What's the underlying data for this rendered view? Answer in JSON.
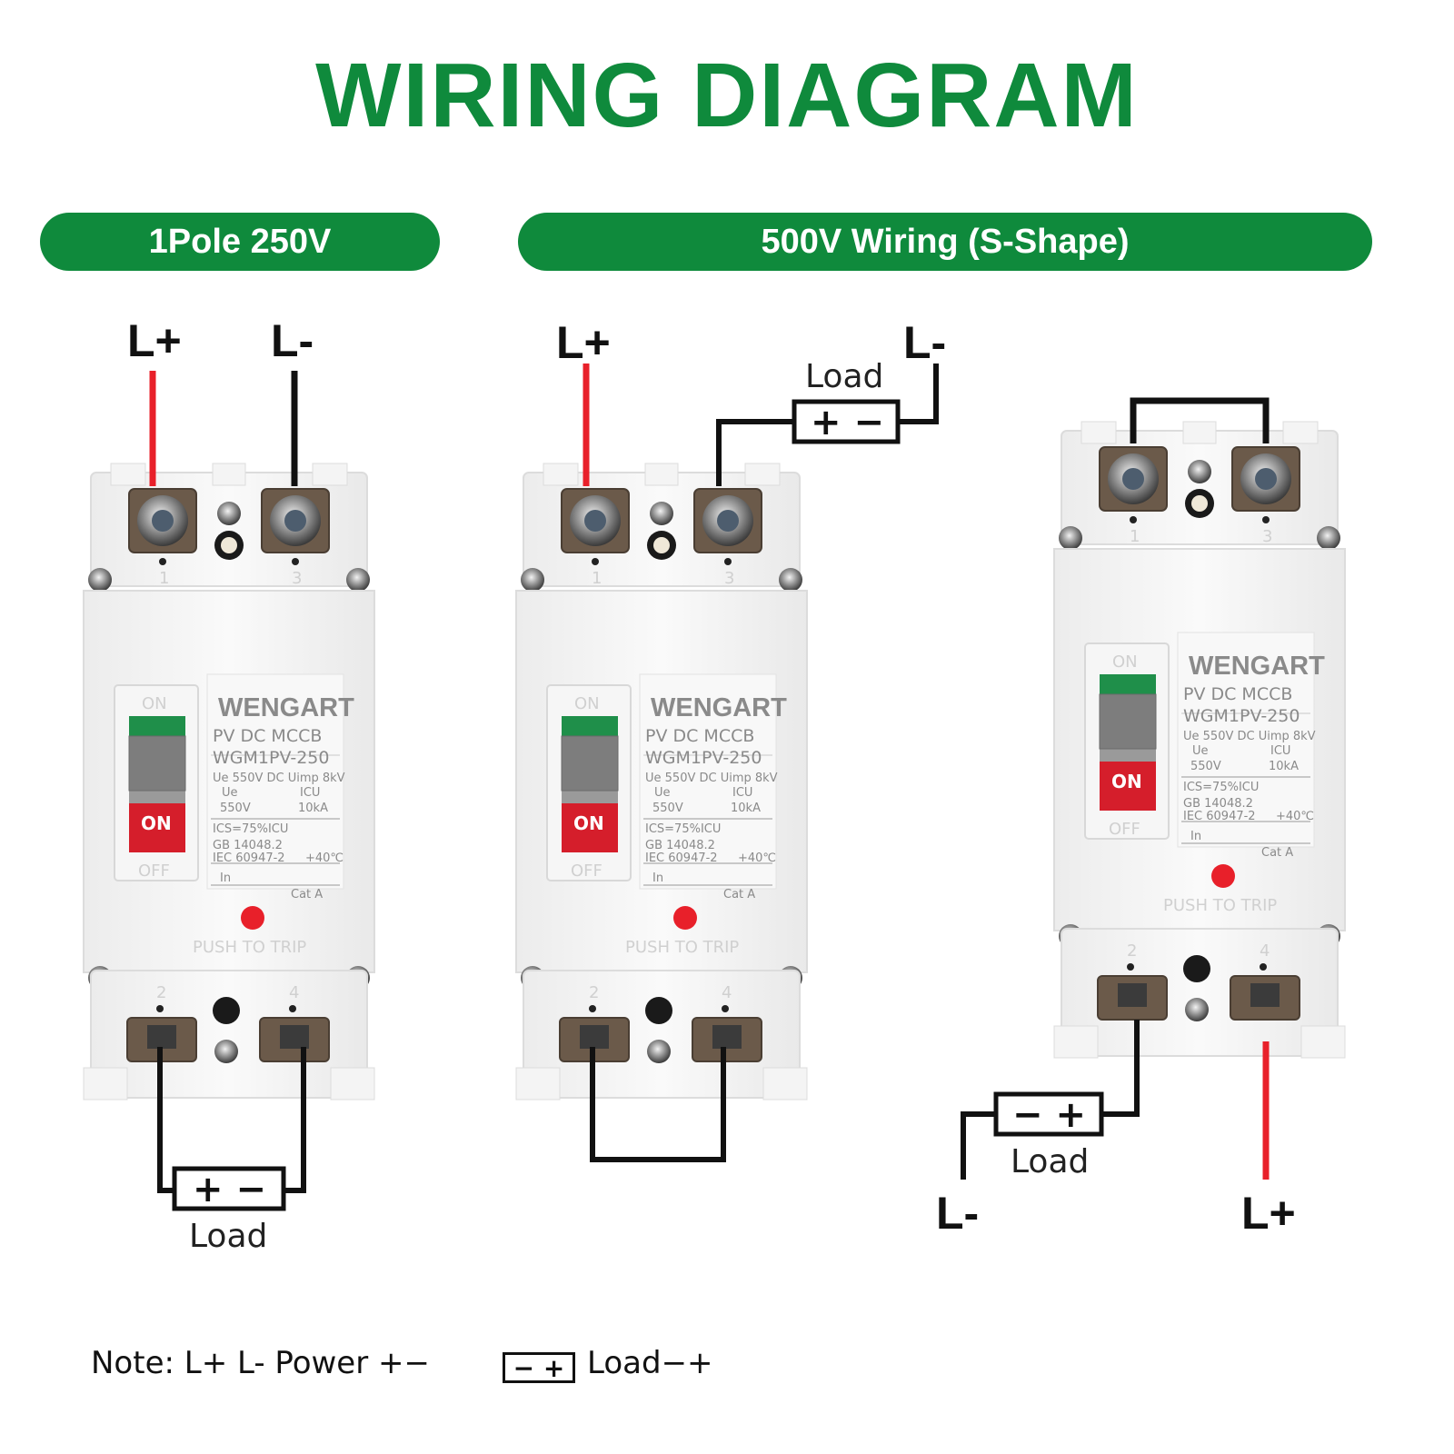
{
  "title": "WIRING DIAGRAM",
  "sections": {
    "left": "1Pole 250V",
    "right": "500V Wiring (S-Shape)"
  },
  "terminals": {
    "plus": "L+",
    "minus": "L-"
  },
  "load": {
    "label": "Load",
    "signs_pm": "+ −",
    "signs_mp": "− +"
  },
  "breaker": {
    "brand": "WENGART",
    "model_type": "PV DC MCCB",
    "model": "WGM1PV-250",
    "spec_line1": "Ue 550V  DC Uimp 8kV",
    "ue_label": "Ue",
    "ue_value": "550V",
    "icu_label": "ICU",
    "icu_value": "10kA",
    "ics": "ICS=75%ICU",
    "standard1": "GB 14048.2",
    "standard2": "IEC 60947-2",
    "temp": "+40℃",
    "in_label": "In",
    "cat": "Cat  A",
    "on": "ON",
    "off": "OFF"
  },
  "note": {
    "text": "Note:  L+ L- Power +−",
    "legend_signs": "− +",
    "legend_text": "Load−+"
  },
  "colors": {
    "brand_green": "#0f8a3c",
    "wire_red": "#e8202a",
    "wire_black": "#111111",
    "switch_red": "#d51e2b",
    "switch_green": "#1f8f4a"
  }
}
